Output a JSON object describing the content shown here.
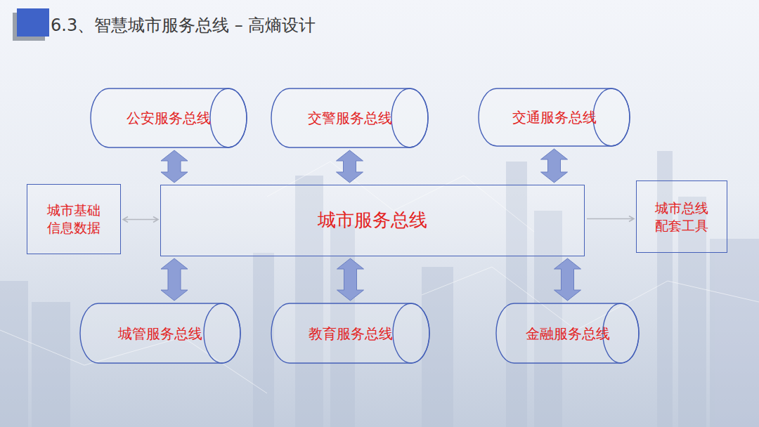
{
  "diagram": {
    "title": "6.3、智慧城市服务总线 – 高熵设计",
    "nodes": [
      {
        "text": [
          "公安服务总线"
        ]
      },
      {
        "text": [
          "交警服务总线"
        ]
      },
      {
        "text": [
          "交通服务总线"
        ]
      },
      {
        "text": [
          "城市基础 信息数据"
        ]
      },
      {
        "text": [
          "城市服务总线"
        ]
      },
      {
        "text": [
          "城市总线 配套工具"
        ]
      },
      {
        "text": [
          "城管服务总线"
        ]
      },
      {
        "text": [
          "教育服务总线"
        ]
      },
      {
        "text": [
          "金融服务总线"
        ]
      }
    ],
    "edges": [
      {
        "from": 0,
        "to": 4,
        "arrow": "both"
      },
      {
        "from": 1,
        "to": 4,
        "arrow": "both"
      },
      {
        "from": 2,
        "to": 4,
        "arrow": "both"
      },
      {
        "from": 3,
        "to": 4,
        "arrow": "both"
      },
      {
        "from": 4,
        "to": 5,
        "arrow": "to"
      },
      {
        "from": 6,
        "to": 4,
        "arrow": "both"
      },
      {
        "from": 7,
        "to": 4,
        "arrow": "both"
      },
      {
        "from": 8,
        "to": 4,
        "arrow": "both"
      }
    ]
  }
}
